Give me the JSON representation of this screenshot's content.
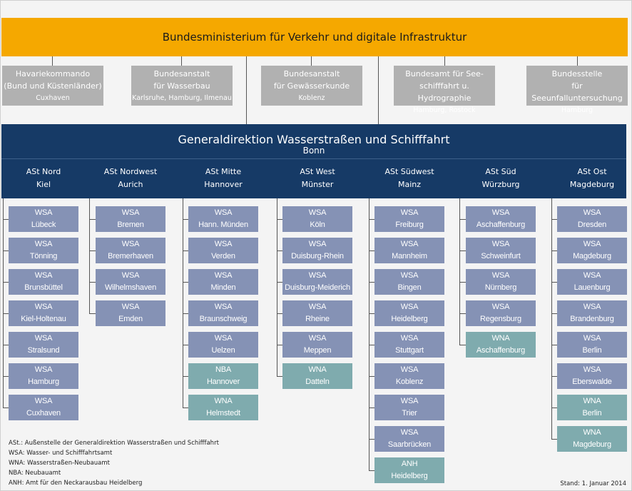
{
  "colors": {
    "ministry": "#f5a800",
    "agency": "#b1b1b1",
    "gdws": "#163a66",
    "wsa": "#8592b5",
    "special": "#7fabae"
  },
  "ministry": "Bundesministerium für Verkehr und digitale Infrastruktur",
  "agencies": [
    {
      "l1": "Havariekommando",
      "l2": "(Bund und Küstenländer)",
      "loc": "Cuxhaven"
    },
    {
      "l1": "Bundesanstalt",
      "l2": "für Wasserbau",
      "loc": "Karlsruhe, Hamburg, Ilmenau"
    },
    {
      "l1": "Bundesanstalt",
      "l2": "für Gewässerkunde",
      "loc": "Koblenz"
    },
    {
      "l1": "Bundesamt für See-",
      "l2": "schifffahrt u. Hydrographie",
      "loc": "Hamburg, Rostock"
    },
    {
      "l1": "Bundesstelle",
      "l2": "für Seeunfalluntersuchung",
      "loc": "Hamburg"
    }
  ],
  "gdws": {
    "title": "Generaldirektion Wasserstraßen und Schifffahrt",
    "location": "Bonn"
  },
  "columns": [
    {
      "name": "ASt Nord",
      "city": "Kiel",
      "units": [
        [
          "WSA",
          "Lübeck"
        ],
        [
          "WSA",
          "Tönning"
        ],
        [
          "WSA",
          "Brunsbüttel"
        ],
        [
          "WSA",
          "Kiel-Holtenau"
        ],
        [
          "WSA",
          "Stralsund"
        ],
        [
          "WSA",
          "Hamburg"
        ],
        [
          "WSA",
          "Cuxhaven"
        ]
      ]
    },
    {
      "name": "ASt Nordwest",
      "city": "Aurich",
      "units": [
        [
          "WSA",
          "Bremen"
        ],
        [
          "WSA",
          "Bremerhaven"
        ],
        [
          "WSA",
          "Wilhelmshaven"
        ],
        [
          "WSA",
          "Emden"
        ]
      ]
    },
    {
      "name": "ASt Mitte",
      "city": "Hannover",
      "units": [
        [
          "WSA",
          "Hann. Münden"
        ],
        [
          "WSA",
          "Verden"
        ],
        [
          "WSA",
          "Minden"
        ],
        [
          "WSA",
          "Braunschweig"
        ],
        [
          "WSA",
          "Uelzen"
        ],
        [
          "NBA",
          "Hannover"
        ],
        [
          "WNA",
          "Helmstedt"
        ]
      ]
    },
    {
      "name": "ASt West",
      "city": "Münster",
      "units": [
        [
          "WSA",
          "Köln"
        ],
        [
          "WSA",
          "Duisburg-Rhein"
        ],
        [
          "WSA",
          "Duisburg-Meiderich"
        ],
        [
          "WSA",
          "Rheine"
        ],
        [
          "WSA",
          "Meppen"
        ],
        [
          "WNA",
          "Datteln"
        ]
      ]
    },
    {
      "name": "ASt Südwest",
      "city": "Mainz",
      "units": [
        [
          "WSA",
          "Freiburg"
        ],
        [
          "WSA",
          "Mannheim"
        ],
        [
          "WSA",
          "Bingen"
        ],
        [
          "WSA",
          "Heidelberg"
        ],
        [
          "WSA",
          "Stuttgart"
        ],
        [
          "WSA",
          "Koblenz"
        ],
        [
          "WSA",
          "Trier"
        ],
        [
          "WSA",
          "Saarbrücken"
        ],
        [
          "ANH",
          "Heidelberg"
        ]
      ]
    },
    {
      "name": "ASt Süd",
      "city": "Würzburg",
      "units": [
        [
          "WSA",
          "Aschaffenburg"
        ],
        [
          "WSA",
          "Schweinfurt"
        ],
        [
          "WSA",
          "Nürnberg"
        ],
        [
          "WSA",
          "Regensburg"
        ],
        [
          "WNA",
          "Aschaffenburg"
        ]
      ]
    },
    {
      "name": "ASt Ost",
      "city": "Magdeburg",
      "units": [
        [
          "WSA",
          "Dresden"
        ],
        [
          "WSA",
          "Magdeburg"
        ],
        [
          "WSA",
          "Lauenburg"
        ],
        [
          "WSA",
          "Brandenburg"
        ],
        [
          "WSA",
          "Berlin"
        ],
        [
          "WSA",
          "Eberswalde"
        ],
        [
          "WNA",
          "Berlin"
        ],
        [
          "WNA",
          "Magdeburg"
        ]
      ]
    }
  ],
  "legend": [
    "ASt.: Außenstelle der Generaldirektion Wasserstraßen und Schifffahrt",
    "WSA: Wasser- und Schifffahrtsamt",
    "WNA: Wasserstraßen-Neubauamt",
    "NBA: Neubauamt",
    "ANH: Amt für den Neckarausbau Heidelberg"
  ],
  "stand": "Stand: 1. Januar 2014"
}
